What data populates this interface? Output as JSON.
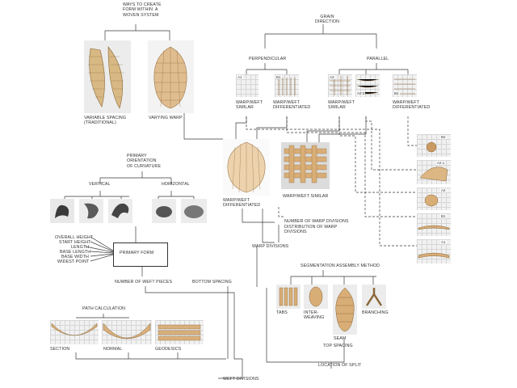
{
  "top": {
    "title": "WAYS TO CREATE\nFORM WITHIN  A\nWOVEN SYSTEM",
    "variable_spacing": "VARIABLE SPACING\n(TRADITIONAL)",
    "varying_warp": "VARYING WARP"
  },
  "grain": {
    "title": "GRAIN\nDIRECTION",
    "perpendicular": "PERPENDICULAR",
    "parallel": "PARALLEL",
    "codes": [
      "A1",
      "B1",
      "A2",
      "A2.1",
      "B2"
    ],
    "perp_similar": "WARP/WEFT\nSIMILAR",
    "perp_differentiated": "WARP/WEFT\nDIFFERENTIATED",
    "par_similar": "WARP/WEFT\nSIMILAR",
    "par_differentiated": "WARP/WEFT\nDIFFERENTIATED"
  },
  "middle": {
    "warp_weft_differentiated": "WARP/WEFT\nDIFFERENTIATED",
    "warp_weft_similar": "WARP/WEFT SIMILAR",
    "number_warp_divisions": "NUMBER OF WARP DIVISIONS",
    "distribution_warp_divisions": "DISTRIBUTION OF WARP\nDIVISIONS",
    "warp_divisions": "WARP DIVISIONS"
  },
  "right_samples": [
    "B2",
    "A2.1",
    "A2",
    "B1",
    "A1"
  ],
  "curvature": {
    "title": "PRIMARY\nORIENTATION\nOF CURVATURE",
    "vertical": "VERTICAL",
    "horizontal": "HORIZONTAL"
  },
  "params": {
    "overall_height": "OVERALL HEIGHT",
    "start_height": "START HEIGHT",
    "length": "LENGTH",
    "base_length": "BASE LENGTH",
    "base_width": "BASE WIDTH",
    "widest_point": "WIDEST POINT",
    "primary_form": "PRIMARY FORM",
    "number_weft_pieces": "NUMBER OF WEFT PIECES",
    "bottom_spacing": "BOTTOM SPACING"
  },
  "path": {
    "title": "PATH CALCULATION",
    "section": "SECTION",
    "normal": "NORMAL",
    "geodesics": "GEODESICS",
    "weft_divisions": "WEFT DIVISIONS"
  },
  "segmentation": {
    "title": "SEGMENTATION ASSEMBLY METHOD",
    "tabs": "TABS",
    "interweaving": "INTER-\nWEAVING",
    "seam": "SEAM",
    "branching": "BRANCHING",
    "top_spacing": "TOP SPACING",
    "location_split": "LOCATION OF SPLIT"
  },
  "colors": {
    "line": "#3a3a3a",
    "wood": "#e3c39a",
    "wood_dark": "#b8905f",
    "grid": "#d8d8d8"
  }
}
